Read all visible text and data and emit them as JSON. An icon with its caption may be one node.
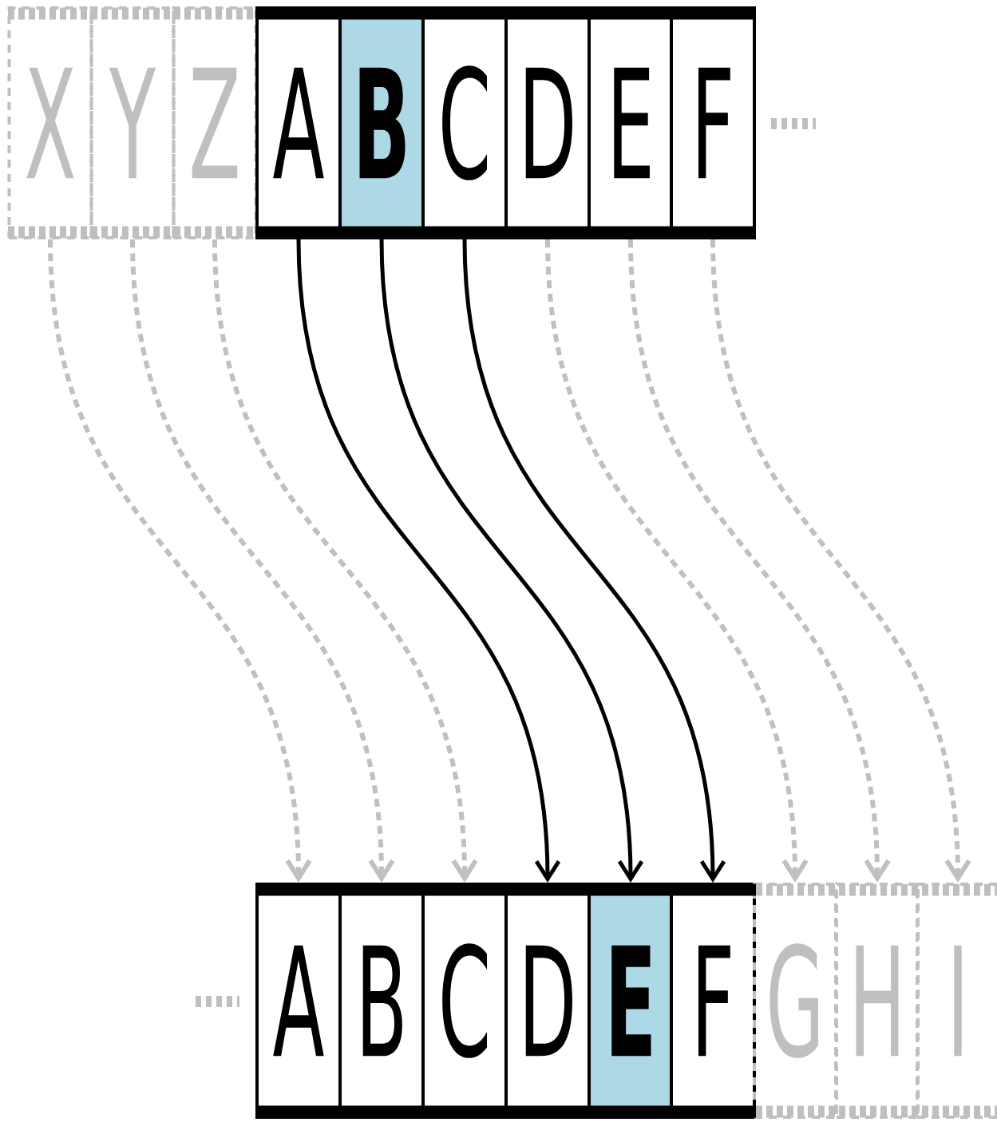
{
  "diagram": {
    "nodes": [
      {
        "text": [
          "X"
        ]
      },
      {
        "text": [
          "Y"
        ]
      },
      {
        "text": [
          "Z"
        ]
      },
      {
        "text": [
          "A"
        ]
      },
      {
        "text": [
          "B"
        ]
      },
      {
        "text": [
          "C"
        ]
      },
      {
        "text": [
          "D"
        ]
      },
      {
        "text": [
          "E"
        ]
      },
      {
        "text": [
          "F"
        ]
      },
      {
        "text": [
          "A"
        ]
      },
      {
        "text": [
          "B"
        ]
      },
      {
        "text": [
          "C"
        ]
      },
      {
        "text": [
          "D"
        ]
      },
      {
        "text": [
          "E"
        ]
      },
      {
        "text": [
          "F"
        ]
      },
      {
        "text": [
          "G"
        ]
      },
      {
        "text": [
          "H"
        ]
      },
      {
        "text": [
          "I"
        ]
      }
    ],
    "edges": [
      {
        "from": 0,
        "to": 9,
        "arrow": "to",
        "style": "dashed",
        "color": "#c0c0c0"
      },
      {
        "from": 1,
        "to": 10,
        "arrow": "to",
        "style": "dashed",
        "color": "#c0c0c0"
      },
      {
        "from": 2,
        "to": 11,
        "arrow": "to",
        "style": "dashed",
        "color": "#c0c0c0"
      },
      {
        "from": 3,
        "to": 12,
        "arrow": "to",
        "color": "#000000"
      },
      {
        "from": 4,
        "to": 13,
        "arrow": "to",
        "color": "#000000"
      },
      {
        "from": 5,
        "to": 14,
        "arrow": "to",
        "color": "#000000"
      },
      {
        "from": 6,
        "to": 15,
        "arrow": "to",
        "style": "dashed",
        "color": "#c0c0c0"
      },
      {
        "from": 7,
        "to": 16,
        "arrow": "to",
        "style": "dashed",
        "color": "#c0c0c0"
      },
      {
        "from": 8,
        "to": 17,
        "arrow": "to",
        "style": "dashed",
        "color": "#c0c0c0"
      }
    ]
  }
}
